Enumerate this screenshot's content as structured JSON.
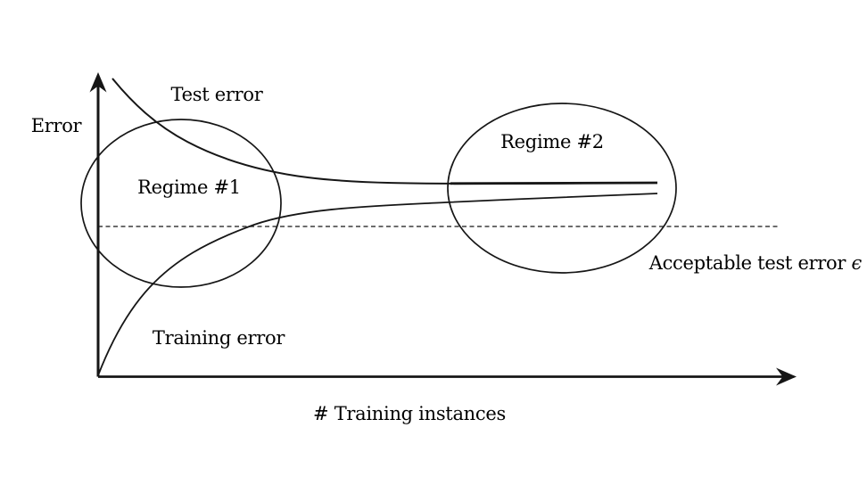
{
  "diagram": {
    "axes": {
      "y_label": "Error",
      "x_label": "# Training instances"
    },
    "curves": [
      {
        "id": "test-error",
        "label": "Test error"
      },
      {
        "id": "training-error",
        "label": "Training error"
      }
    ],
    "regions": [
      {
        "id": "regime-1",
        "label": "Regime #1"
      },
      {
        "id": "regime-2",
        "label": "Regime #2"
      }
    ],
    "threshold": {
      "label": "Acceptable test error",
      "symbol": "ϵ",
      "line_style": "dashed"
    },
    "colors": {
      "ink": "#161616",
      "dashed_line": "#3c3c3c",
      "background": "#ffffff"
    }
  }
}
